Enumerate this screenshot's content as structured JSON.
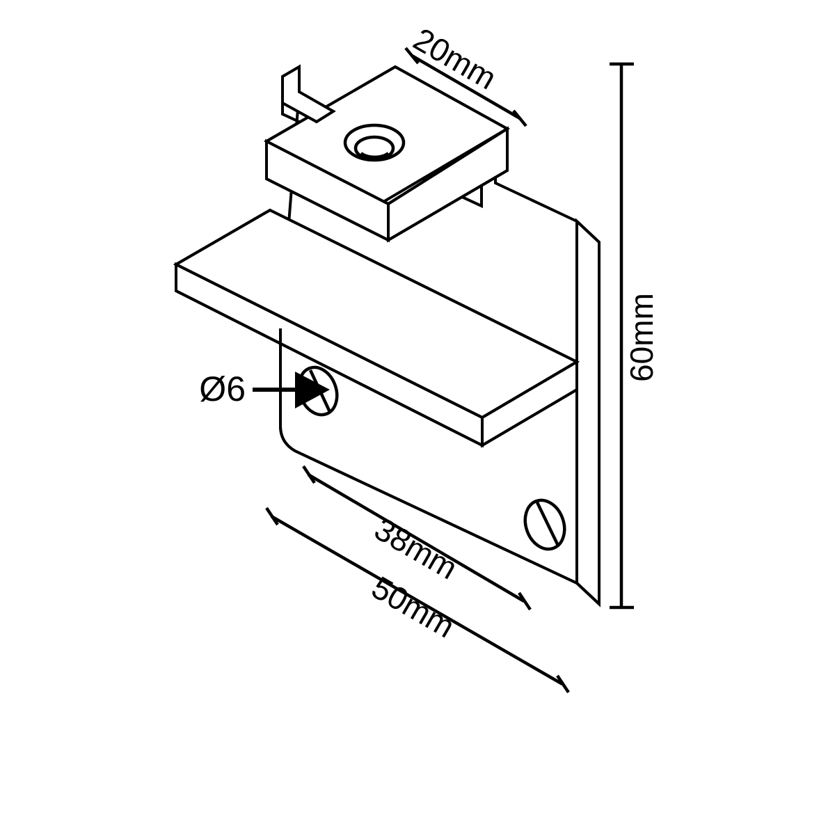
{
  "drawing": {
    "title": "Isometric bracket technical drawing",
    "background_color": "#ffffff",
    "line_color": "#000000",
    "view": "isometric",
    "units": "mm"
  },
  "dimensions": {
    "top_plate_width": "20mm",
    "overall_height": "60mm",
    "plate_inner_length": "38mm",
    "plate_overall_length": "50mm",
    "hole_diameter": "Ø6"
  },
  "features": [
    {
      "name": "top-mounting-plate",
      "label": "20mm"
    },
    {
      "name": "vertical-back-plate",
      "label": "60mm"
    },
    {
      "name": "horizontal-shelf-plate",
      "label": "38mm"
    },
    {
      "name": "base-extent",
      "label": "50mm"
    },
    {
      "name": "countersunk-hole-top",
      "label": ""
    },
    {
      "name": "through-hole-upper",
      "label": "Ø6"
    },
    {
      "name": "through-hole-lower",
      "label": ""
    }
  ],
  "annotations": {
    "dia_callout": "Ø6",
    "width_callout": "20mm",
    "height_callout": "60mm",
    "inner_length_callout": "38mm",
    "overall_length_callout": "50mm"
  }
}
